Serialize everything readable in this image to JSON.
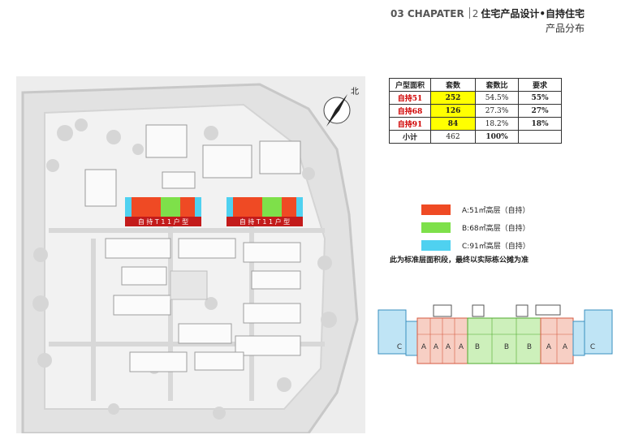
{
  "header": {
    "chapter": "03 CHAPATER",
    "section_no": "2",
    "section_title": "住宅产品设计•自持住宅",
    "subtitle": "产品分布"
  },
  "site_plan": {
    "north_label": "北",
    "building_band_label": "自 持 T 1 1 户 型"
  },
  "table": {
    "headers": [
      "户型面积",
      "套数",
      "套数比",
      "要求"
    ],
    "rows": [
      {
        "name": "自持51",
        "count": "252",
        "ratio": "54.5%",
        "req": "55%"
      },
      {
        "name": "自持68",
        "count": "126",
        "ratio": "27.3%",
        "req": "27%"
      },
      {
        "name": "自持91",
        "count": "84",
        "ratio": "18.2%",
        "req": "18%"
      }
    ],
    "total": {
      "name": "小计",
      "count": "462",
      "ratio": "100%",
      "req": ""
    }
  },
  "legend": {
    "items": [
      {
        "color": "#ef4a24",
        "label": "A:51㎡高层（自持）"
      },
      {
        "color": "#7ee04a",
        "label": "B:68㎡高层（自持）"
      },
      {
        "color": "#4fd1f0",
        "label": "C:91㎡高层（自持）"
      }
    ],
    "note": "此为标准层面积段，最终以实际栋公摊为准"
  },
  "floorplan": {
    "unit_labels": [
      "C",
      "A",
      "A",
      "A",
      "A",
      "B",
      "B",
      "B",
      "A",
      "A",
      "C"
    ]
  }
}
